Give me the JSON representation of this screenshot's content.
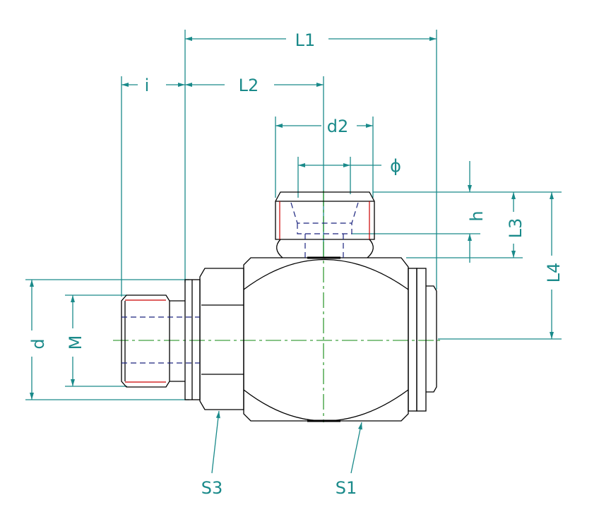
{
  "drawing": {
    "labels": {
      "L1": "L1",
      "L2": "L2",
      "i": "i",
      "d2": "d2",
      "phi": "ϕ",
      "h": "h",
      "L3": "L3",
      "L4": "L4",
      "d": "d",
      "M": "M",
      "S3": "S3",
      "S1": "S1"
    },
    "colors": {
      "dimension": "#1a8a8a",
      "outline": "#000000",
      "thread": "#cc0000",
      "hidden": "#1a237e",
      "centerline": "#118811"
    }
  }
}
